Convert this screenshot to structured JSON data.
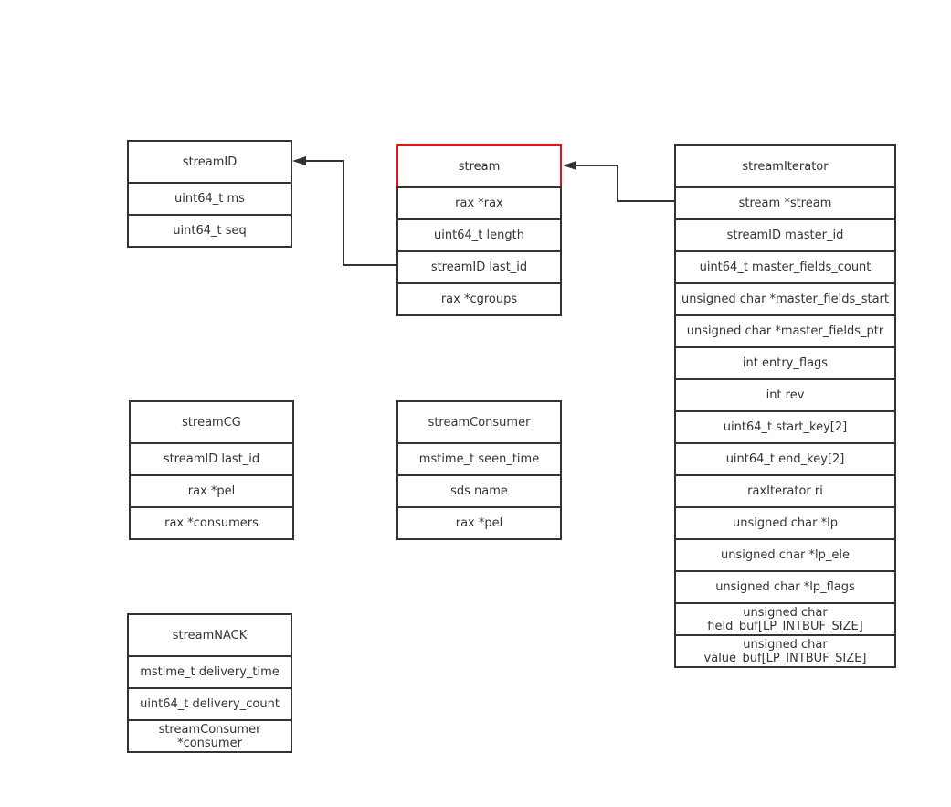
{
  "diagram": {
    "type": "struct-relationship",
    "highlight_color": "#e81313",
    "line_color": "#333333",
    "structs": {
      "streamID": {
        "name": "streamID",
        "fields": [
          "uint64_t ms",
          "uint64_t seq"
        ]
      },
      "stream": {
        "name": "stream",
        "highlighted": true,
        "fields": [
          "rax *rax",
          "uint64_t length",
          "streamID last_id",
          "rax *cgroups"
        ]
      },
      "streamIterator": {
        "name": "streamIterator",
        "fields": [
          "stream *stream",
          "streamID master_id",
          "uint64_t master_fields_count",
          "unsigned char *master_fields_start",
          "unsigned char *master_fields_ptr",
          "int entry_flags",
          "int rev",
          "uint64_t start_key[2]",
          "uint64_t end_key[2]",
          "raxIterator ri",
          "unsigned char *lp",
          "unsigned char *lp_ele",
          "unsigned char *lp_flags",
          "unsigned char\nfield_buf[LP_INTBUF_SIZE]",
          "unsigned char\nvalue_buf[LP_INTBUF_SIZE]"
        ]
      },
      "streamCG": {
        "name": "streamCG",
        "fields": [
          "streamID last_id",
          "rax *pel",
          "rax *consumers"
        ]
      },
      "streamConsumer": {
        "name": "streamConsumer",
        "fields": [
          "mstime_t seen_time",
          "sds name",
          "rax *pel"
        ]
      },
      "streamNACK": {
        "name": "streamNACK",
        "fields": [
          "mstime_t delivery_time",
          "uint64_t delivery_count",
          "streamConsumer\n*consumer"
        ]
      }
    },
    "edges": [
      {
        "from": "stream.last_id",
        "to": "streamID"
      },
      {
        "from": "streamIterator.stream",
        "to": "stream"
      }
    ]
  }
}
